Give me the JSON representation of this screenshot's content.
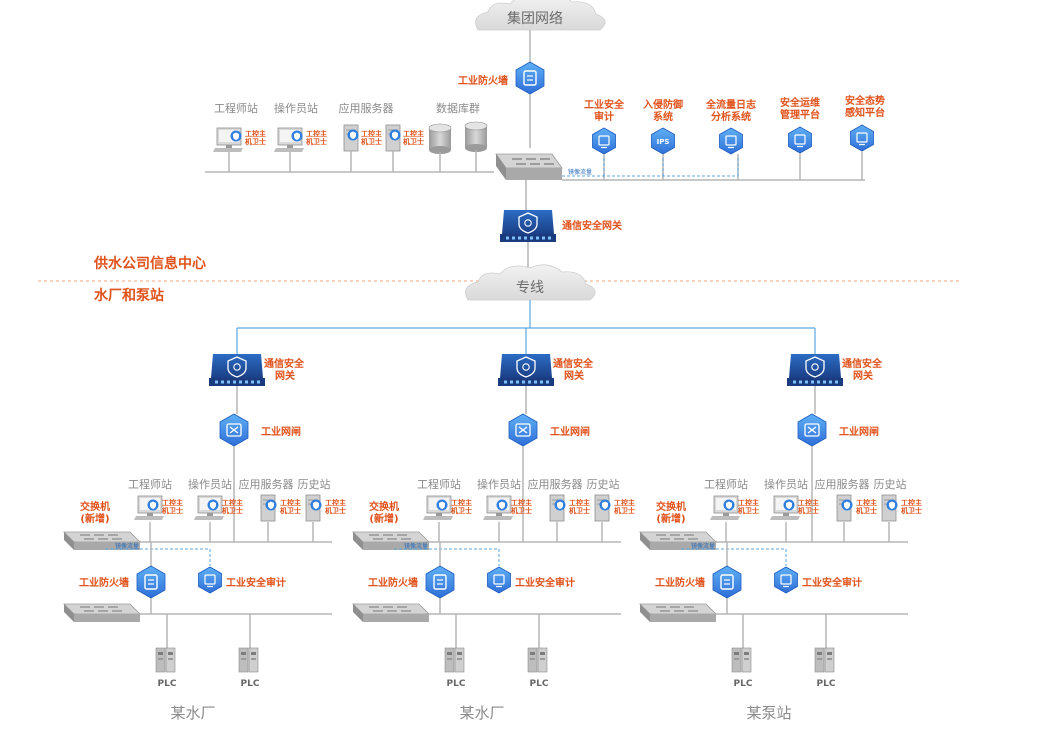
{
  "header": {
    "cloud_top": "集团网络",
    "top_firewall": "工业防火墙",
    "top_gateway": "通信安全网关",
    "section_info_center": "供水公司信息中心",
    "section_plants": "水厂和泵站",
    "cloud_mid": "专线",
    "mirror_label": "镜像流量"
  },
  "top_hosts": [
    {
      "label": "工程师站",
      "tag": [
        "工控主",
        "机卫士"
      ]
    },
    {
      "label": "操作员站",
      "tag": [
        "工控主",
        "机卫士"
      ]
    },
    {
      "label": "应用服务器",
      "tag": [
        "工控主",
        "机卫士"
      ]
    },
    {
      "label": "",
      "tag": [
        "工控主",
        "机卫士"
      ]
    },
    {
      "label": "数据库群",
      "tag": []
    }
  ],
  "top_security": [
    {
      "label": [
        "工业安全",
        "审计"
      ],
      "icon": "audit-icon"
    },
    {
      "label": [
        "入侵防御",
        "系统"
      ],
      "icon": "ips-icon",
      "badge": "IPS"
    },
    {
      "label": [
        "全流量日志",
        "分析系统"
      ],
      "icon": "log-analysis-icon"
    },
    {
      "label": [
        "安全运维",
        "管理平台"
      ],
      "icon": "ops-platform-icon"
    },
    {
      "label": [
        "安全态势",
        "感知平台"
      ],
      "icon": "situation-awareness-icon"
    }
  ],
  "sites": [
    {
      "name": "某水厂",
      "gateway": [
        "通信安全",
        "网关"
      ],
      "gatekeeper": "工业网闸",
      "switch": [
        "交换机",
        "(新增)"
      ],
      "hosts": [
        "工程师站",
        "操作员站",
        "应用服务器",
        "历史站"
      ],
      "host_tag": [
        "工控主",
        "机卫士"
      ],
      "firewall": "工业防火墙",
      "audit": "工业安全审计",
      "plc": [
        "PLC",
        "PLC"
      ]
    },
    {
      "name": "某水厂",
      "gateway": [
        "通信安全",
        "网关"
      ],
      "gatekeeper": "工业网闸",
      "switch": [
        "交换机",
        "(新增)"
      ],
      "hosts": [
        "工程师站",
        "操作员站",
        "应用服务器",
        "历史站"
      ],
      "host_tag": [
        "工控主",
        "机卫士"
      ],
      "firewall": "工业防火墙",
      "audit": "工业安全审计",
      "plc": [
        "PLC",
        "PLC"
      ]
    },
    {
      "name": "某泵站",
      "gateway": [
        "通信安全",
        "网关"
      ],
      "gatekeeper": "工业网闸",
      "switch": [
        "交换机",
        "(新增)"
      ],
      "hosts": [
        "工程师站",
        "操作员站",
        "应用服务器",
        "历史站"
      ],
      "host_tag": [
        "工控主",
        "机卫士"
      ],
      "firewall": "工业防火墙",
      "audit": "工业安全审计",
      "plc": [
        "PLC",
        "PLC"
      ]
    }
  ],
  "colors": {
    "accent_orange": "#e0521b",
    "hex_blue": "#2f7fe0",
    "hex_blue_light": "#5fb0f5",
    "gateway_navy": "#1f4e9c",
    "line_gray": "#b5b5b5",
    "line_blue": "#5aa6e0"
  }
}
